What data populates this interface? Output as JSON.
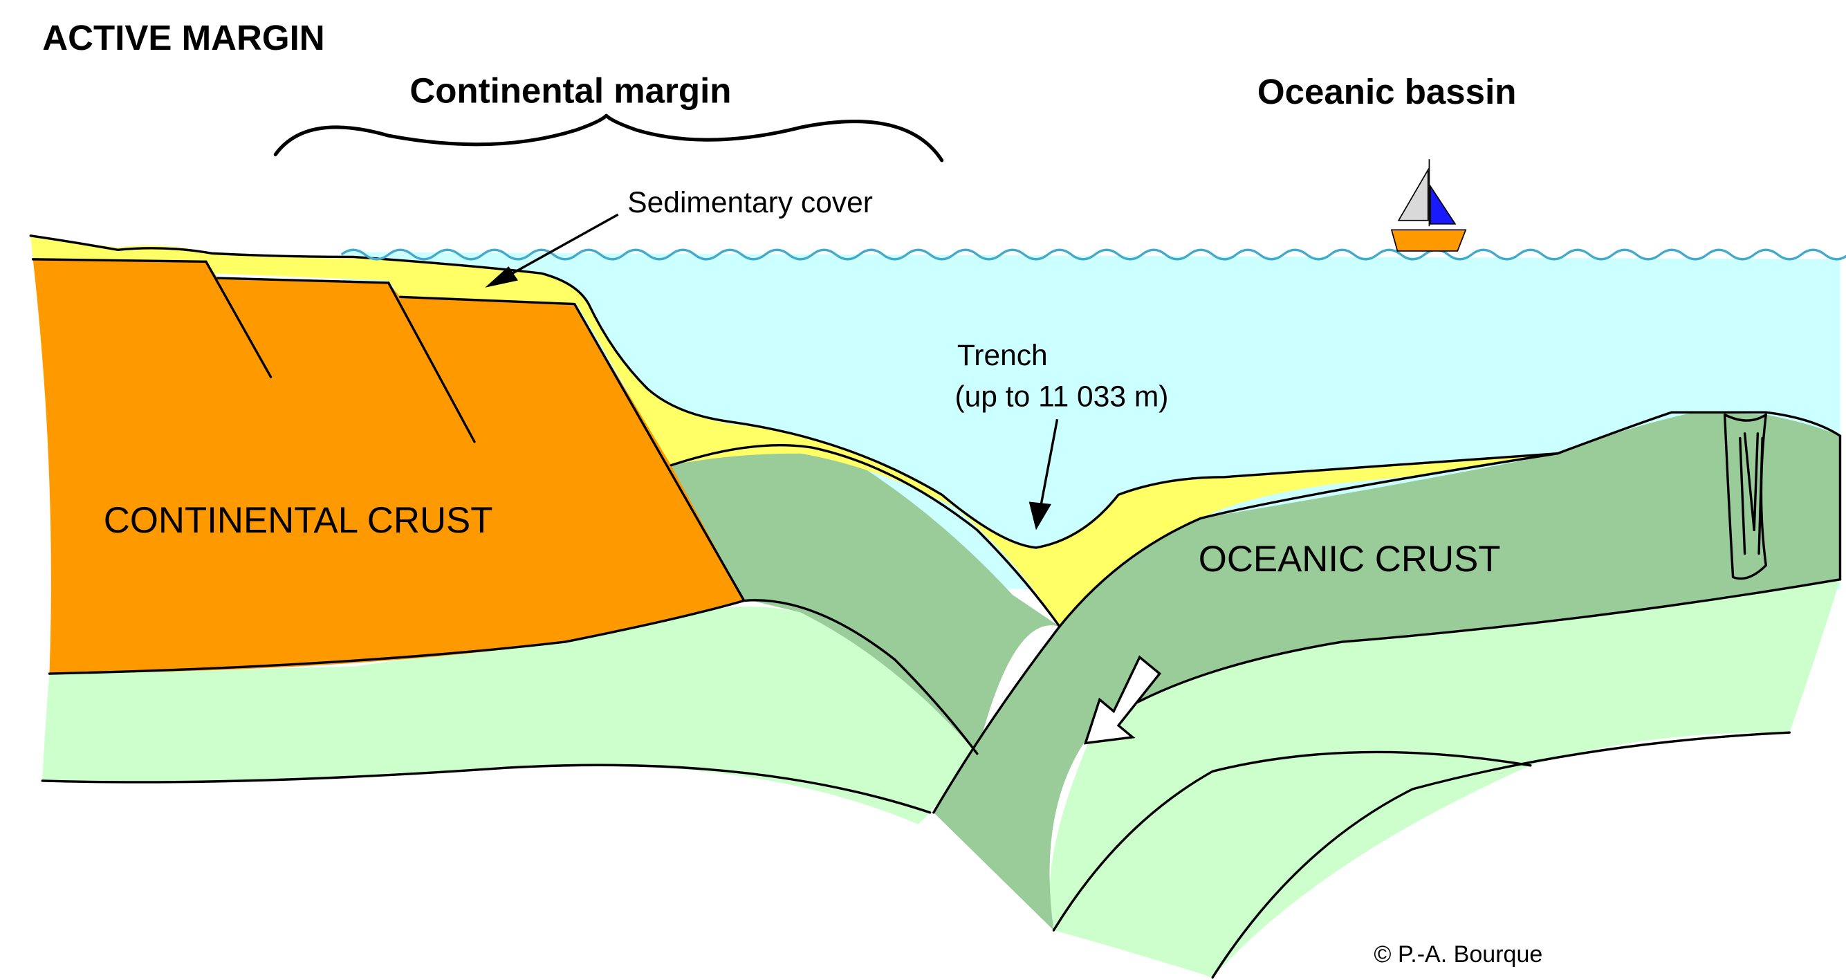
{
  "title": "ACTIVE MARGIN",
  "regions": {
    "continental_margin": "Continental margin",
    "oceanic_basin": "Oceanic bassin"
  },
  "labels": {
    "sedimentary_cover": "Sedimentary cover",
    "trench_line1": "Trench",
    "trench_line2": "(up to 11 033 m)",
    "continental_crust": "CONTINENTAL CRUST",
    "oceanic_crust": "OCEANIC CRUST"
  },
  "copyright": "© P.-A. Bourque",
  "colors": {
    "water": "#ccffff",
    "wave": "#44aacc",
    "sediment": "#ffff66",
    "continental_crust": "#ff9900",
    "oceanic_crust": "#99cc99",
    "mantle": "#ccffcc",
    "sail_left": "#d9d9d9",
    "sail_right": "#1a1aff",
    "hull": "#ff9900"
  }
}
